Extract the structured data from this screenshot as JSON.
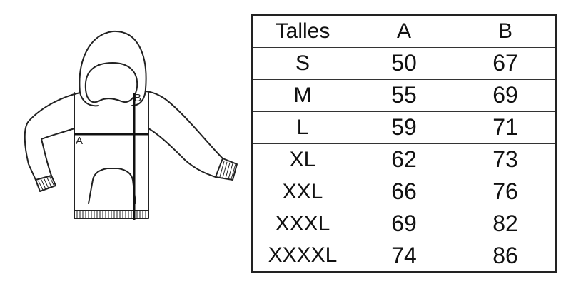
{
  "diagram": {
    "labels": {
      "a": "A",
      "b": "B"
    }
  },
  "table": {
    "headers": [
      "Talles",
      "A",
      "B"
    ],
    "rows": [
      [
        "S",
        "50",
        "67"
      ],
      [
        "M",
        "55",
        "69"
      ],
      [
        "L",
        "59",
        "71"
      ],
      [
        "XL",
        "62",
        "73"
      ],
      [
        "XXL",
        "66",
        "76"
      ],
      [
        "XXXL",
        "69",
        "82"
      ],
      [
        "XXXXL",
        "74",
        "86"
      ]
    ]
  },
  "colors": {
    "line": "#222222",
    "background": "#ffffff"
  }
}
